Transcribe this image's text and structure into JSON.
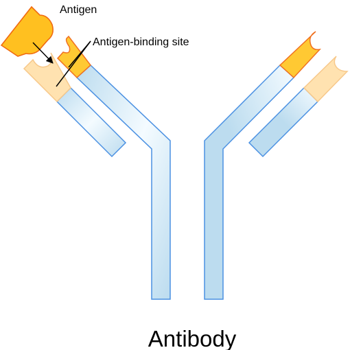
{
  "labels": {
    "antigen": "Antigen",
    "binding_site": "Antigen-binding site",
    "title": "Antibody"
  },
  "colors": {
    "background": "#ffffff",
    "chain_fill": "#cfe6f2",
    "chain_stroke": "#4a90e2",
    "variable_region_fill": "#ffc933",
    "variable_region_stroke": "#f07020",
    "light_variable_fill": "#ffe2b0",
    "light_variable_stroke": "#f7c88a",
    "antigen_fill": "#ffc020",
    "antigen_stroke": "#f06a10",
    "annotation_line": "#000000"
  }
}
